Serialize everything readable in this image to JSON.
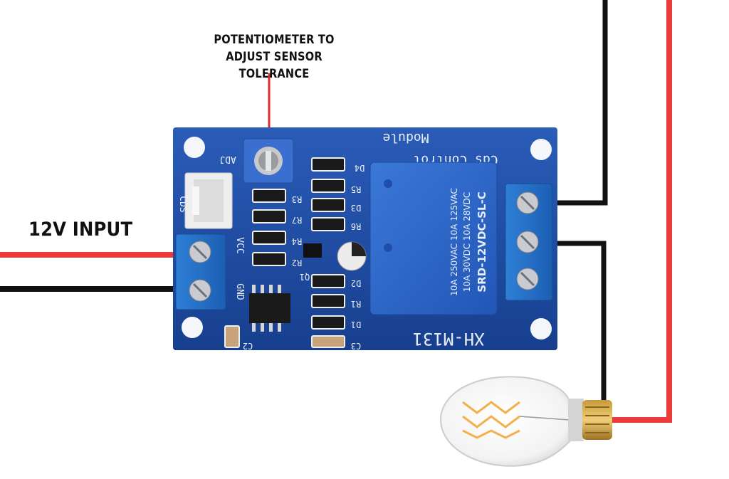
{
  "annotations": {
    "potentiometer_line1": "POTENTIOMETER TO",
    "potentiometer_line2": "ADJUST SENSOR TOLERANCE",
    "input_label": "12V INPUT"
  },
  "board": {
    "module_text": "Module",
    "control_text": "Cds Control",
    "model": "XH-M131",
    "adj": "ADJ",
    "cds": "CDS",
    "vcc": "VCC",
    "gnd": "GND",
    "refs": [
      "R3",
      "R2",
      "R4",
      "R5",
      "D3",
      "R6",
      "R1",
      "D1",
      "D2",
      "D4",
      "C3",
      "C2",
      "Q1",
      "R7"
    ]
  },
  "relay": {
    "model": "SRD-12VDC-SL-C",
    "rating1": "10A 250VAC 10A 125VAC",
    "rating2": "10A 30VDC 10A 28VDC"
  },
  "colors": {
    "board": "#1f4fa8",
    "relay": "#2d66c8",
    "wire_red": "#ea3a3a",
    "wire_black": "#111111"
  }
}
